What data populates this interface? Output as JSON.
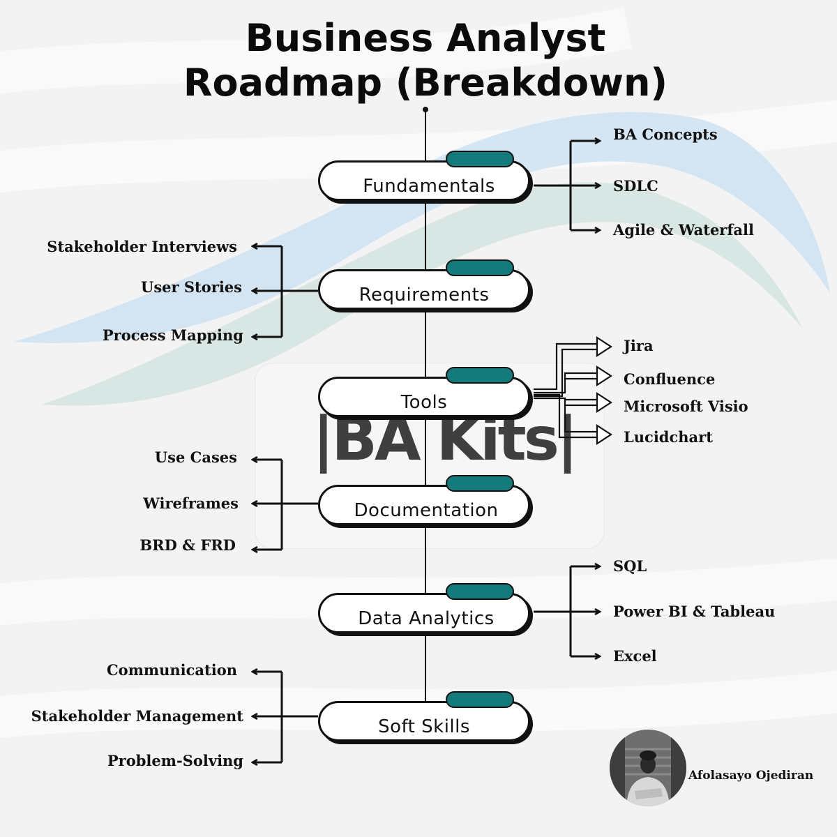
{
  "title": {
    "line1": "Business Analyst",
    "line2": "Roadmap (Breakdown)"
  },
  "watermark": "BA Kits",
  "stages": [
    {
      "label": "Fundamentals",
      "side": "right",
      "items": [
        "BA Concepts",
        "SDLC",
        "Agile & Waterfall"
      ]
    },
    {
      "label": "Requirements",
      "side": "left",
      "items": [
        "Stakeholder Interviews",
        "User Stories",
        "Process Mapping"
      ]
    },
    {
      "label": "Tools",
      "side": "right",
      "items": [
        "Jira",
        "Confluence",
        "Microsoft Visio",
        "Lucidchart"
      ]
    },
    {
      "label": "Documentation",
      "side": "left",
      "items": [
        "Use Cases",
        "Wireframes",
        "BRD & FRD"
      ]
    },
    {
      "label": "Data Analytics",
      "side": "right",
      "items": [
        "SQL",
        "Power BI & Tableau",
        "Excel"
      ]
    },
    {
      "label": "Soft Skills",
      "side": "left",
      "items": [
        "Communication",
        "Stakeholder Management",
        "Problem-Solving"
      ]
    }
  ],
  "author": {
    "name": "Afolasayo Ojediran",
    "avatar_icon": "person-photo-icon"
  },
  "colors": {
    "accent_teal": "#147a7c",
    "outline": "#111111",
    "background": "#f3f3f3",
    "wave_blue": "#cfe3f2",
    "wave_green": "#d2e4df"
  }
}
